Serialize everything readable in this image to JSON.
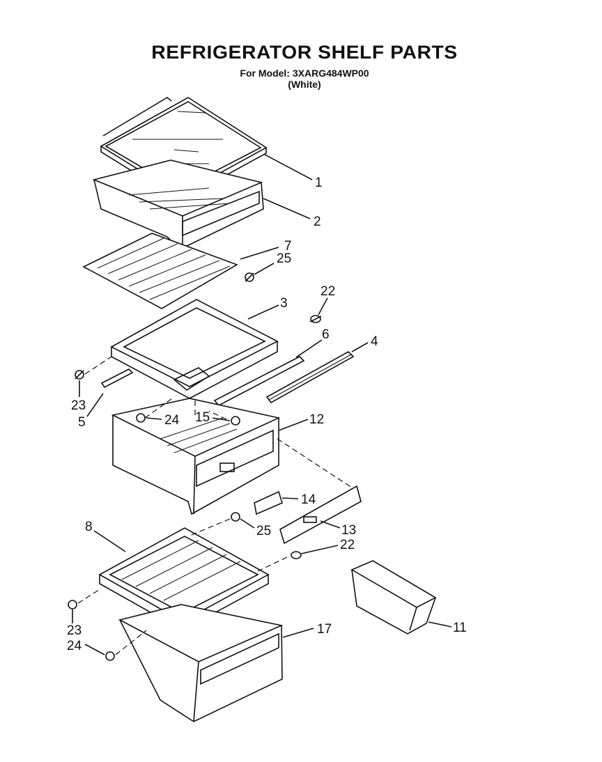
{
  "header": {
    "title": "REFRIGERATOR SHELF PARTS",
    "model_line": "For Model: 3XARG484WP00",
    "variant": "(White)"
  },
  "callouts": [
    "1",
    "2",
    "7",
    "25",
    "3",
    "22",
    "6",
    "4",
    "23",
    "5",
    "24",
    "15",
    "12",
    "14",
    "25",
    "13",
    "22",
    "8",
    "23",
    "24",
    "17",
    "11"
  ]
}
